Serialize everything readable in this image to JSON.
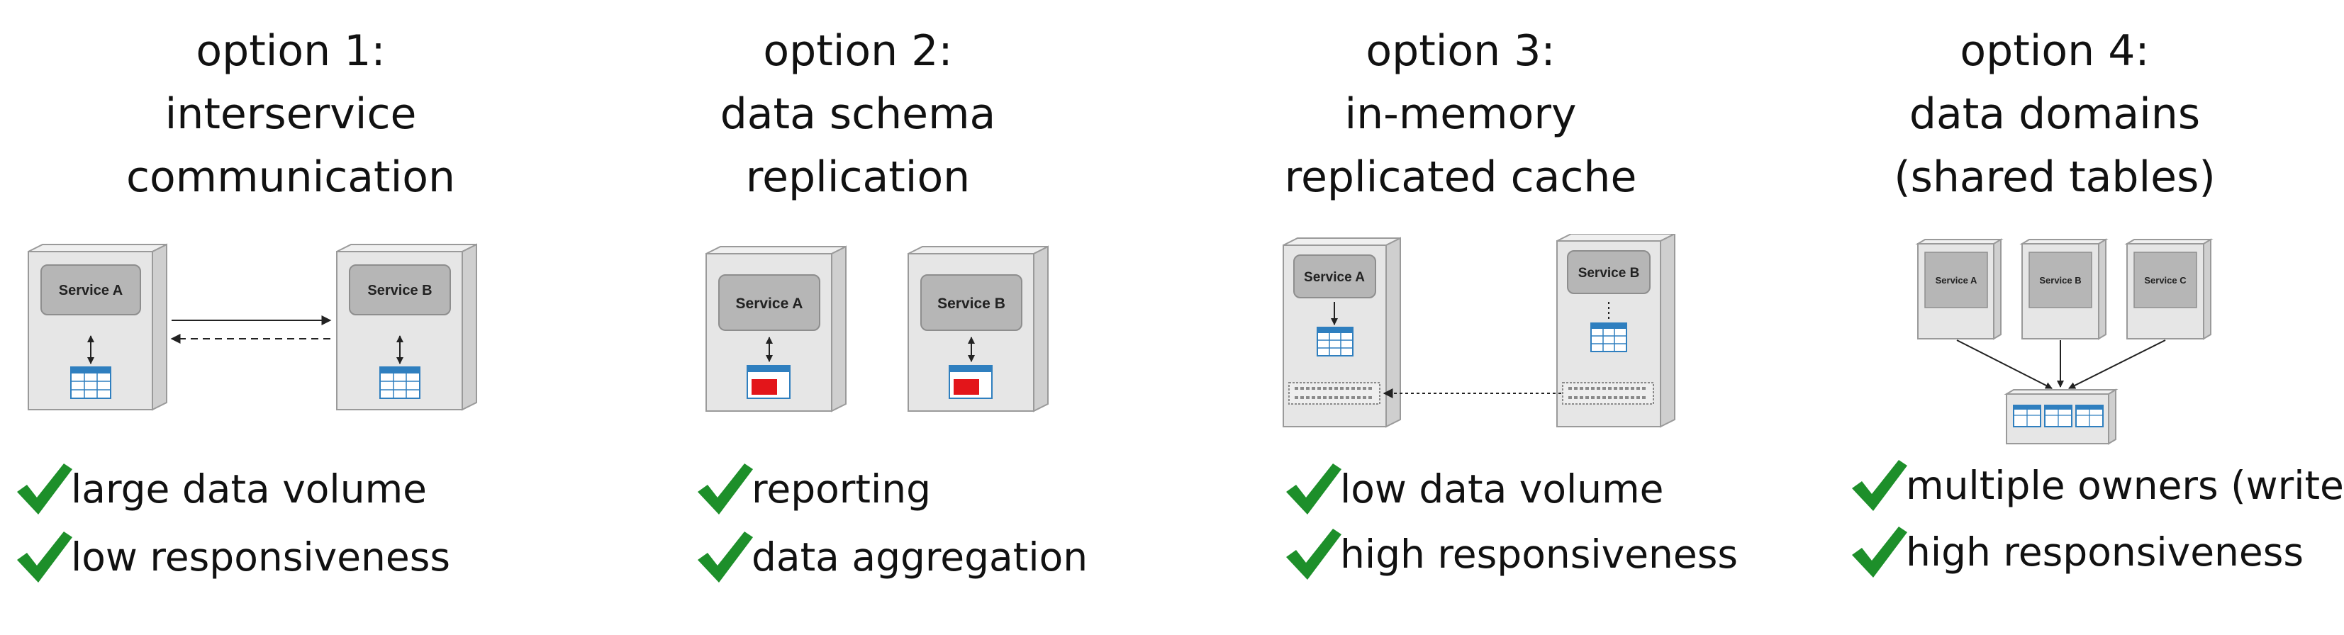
{
  "colors": {
    "check_green": "#1d8f2a",
    "server_face": "#e6e6e6",
    "server_side": "#cfcfcf",
    "service_box": "#b6b6b6",
    "table_blue": "#2f7fbf",
    "replica_red": "#e3151a"
  },
  "options": [
    {
      "title": [
        "option 1:",
        "interservice",
        "communication"
      ],
      "services": [
        "Service A",
        "Service B"
      ],
      "benefits": [
        "large data volume",
        "low responsiveness"
      ]
    },
    {
      "title": [
        "option 2:",
        "data schema",
        "replication"
      ],
      "services": [
        "Service A",
        "Service B"
      ],
      "benefits": [
        "reporting",
        "data aggregation"
      ]
    },
    {
      "title": [
        "option 3:",
        "in-memory",
        "replicated cache"
      ],
      "services": [
        "Service A",
        "Service B"
      ],
      "benefits": [
        "low data volume",
        "high responsiveness"
      ]
    },
    {
      "title": [
        "option 4:",
        "data domains",
        "(shared tables)"
      ],
      "services": [
        "Service A",
        "Service B",
        "Service C"
      ],
      "benefits": [
        "multiple owners (write)",
        "high responsiveness"
      ]
    }
  ]
}
